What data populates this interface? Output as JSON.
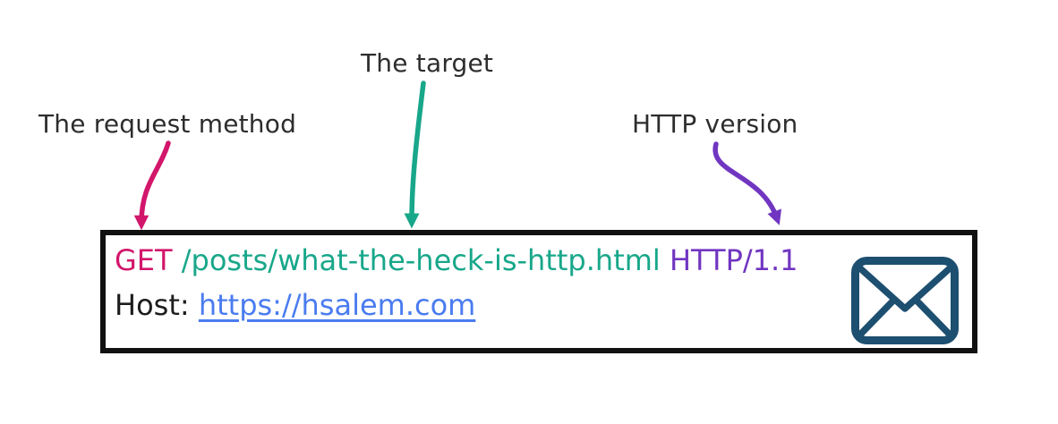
{
  "annotations": {
    "request_method": "The request method",
    "target": "The target",
    "http_version": "HTTP version"
  },
  "request": {
    "method": "GET",
    "target": "/posts/what-the-heck-is-http.html",
    "version": "HTTP/1.1",
    "host_label": "Host:",
    "host_url": "https://hsalem.com"
  },
  "icons": {
    "envelope": "envelope-icon"
  },
  "colors": {
    "method": "#d2166b",
    "target": "#18a78a",
    "version": "#7136c1",
    "link": "#4a7cf0",
    "envelope": "#1d4f70",
    "label_text": "#2d2d2d",
    "box_border": "#111111",
    "background": "#ffffff"
  }
}
